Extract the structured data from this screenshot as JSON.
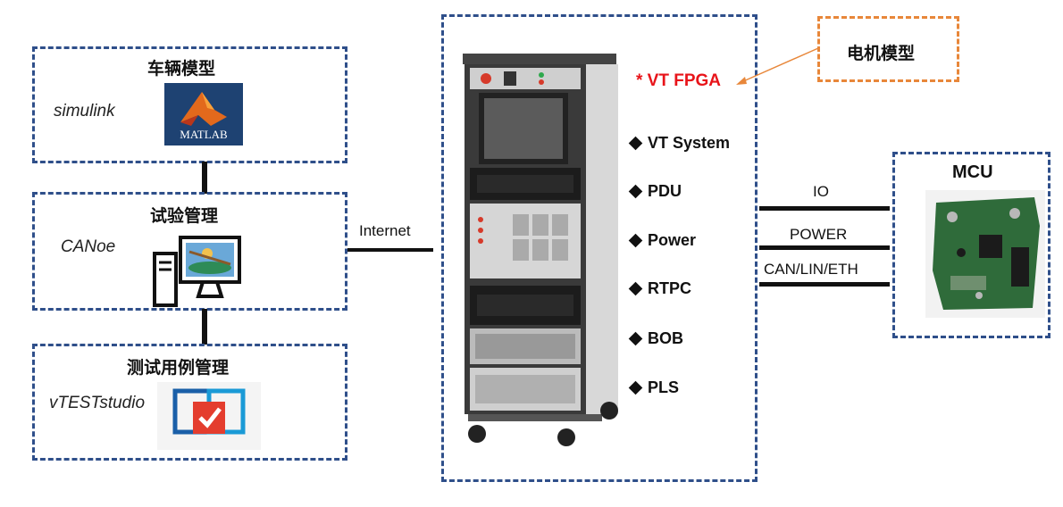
{
  "vehicle_model": {
    "title": "车辆模型",
    "tool": "simulink",
    "logo_text": "MATLAB"
  },
  "test_mgmt": {
    "title": "试验管理",
    "tool": "CANoe"
  },
  "test_case_mgmt": {
    "title": "测试用例管理",
    "tool": "vTESTstudio"
  },
  "link_internet": "Internet",
  "motor_model": "电机模型",
  "fpga_label": "* VT FPGA",
  "subsystems": [
    "VT System",
    "PDU",
    "Power",
    "RTPC",
    "BOB",
    "PLS"
  ],
  "mcu": {
    "title": "MCU",
    "links": [
      "IO",
      "POWER",
      "CAN/LIN/ETH"
    ]
  },
  "colors": {
    "box_border": "#2f4f8a",
    "motor_border": "#e8873a",
    "fpga_red": "#e8141a"
  }
}
